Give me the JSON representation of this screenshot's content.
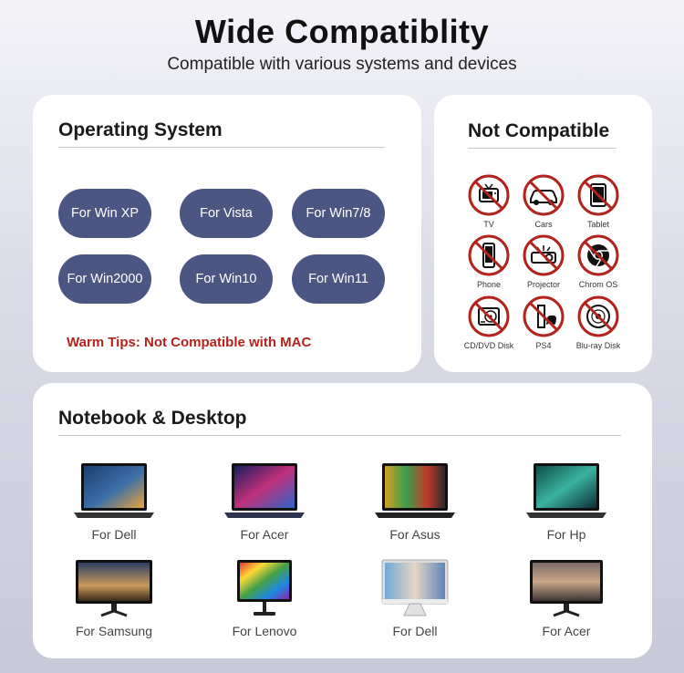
{
  "header": {
    "title": "Wide Compatiblity",
    "subtitle": "Compatible with various systems and devices"
  },
  "os_card": {
    "heading": "Operating System",
    "items": [
      "For Win XP",
      "For Vista",
      "For Win7/8",
      "For Win2000",
      "For Win10",
      "For Win11"
    ],
    "tips": "Warm Tips: Not Compatible with MAC"
  },
  "not_compatible": {
    "heading": "Not Compatible",
    "items": [
      "TV",
      "Cars",
      "Tablet",
      "Phone",
      "Projector",
      "Chrom OS",
      "CD/DVD Disk",
      "PS4",
      "Blu-ray Disk"
    ],
    "icons": [
      "tv-icon",
      "car-icon",
      "tablet-icon",
      "phone-icon",
      "projector-icon",
      "chrome-os-icon",
      "cd-dvd-disk-icon",
      "ps4-icon",
      "blu-ray-disk-icon"
    ]
  },
  "devices": {
    "heading": "Notebook & Desktop",
    "laptops": [
      "For Dell",
      "For Acer",
      "For Asus",
      "For Hp"
    ],
    "desktops": [
      "For Samsung",
      "For Lenovo",
      "For Dell",
      "For Acer"
    ]
  },
  "colors": {
    "pill": "#4c5682",
    "warning": "#b3231d",
    "prohibit": "#b3231d"
  }
}
